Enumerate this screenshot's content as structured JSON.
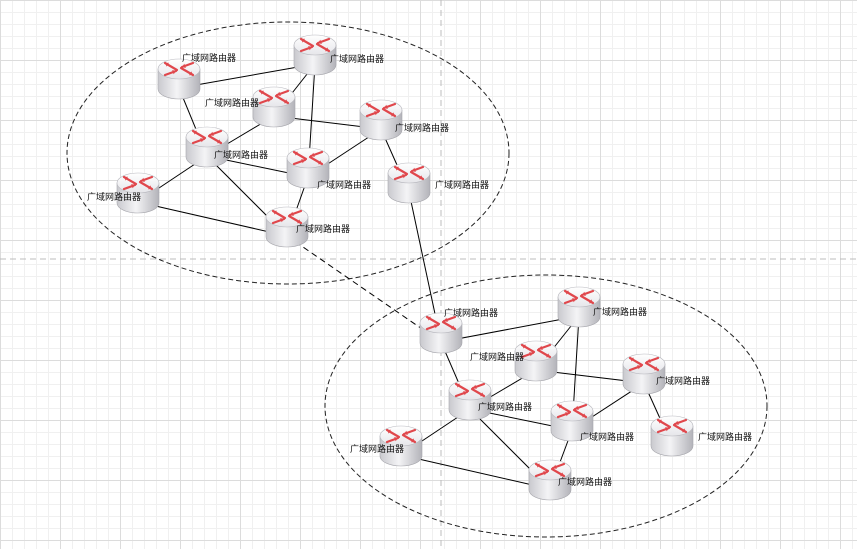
{
  "colors": {
    "router_body_light": "#f4f4f6",
    "router_body_dark": "#b7b7bd",
    "router_arrow": "#e0474c",
    "link": "#000000",
    "group_outline": "#222222",
    "page_guide": "#bdbdbd"
  },
  "icon": "router-icon",
  "groups": [
    {
      "name": "network-group-top",
      "routers": [
        {
          "id": "t1",
          "label": "广域网路由器"
        },
        {
          "id": "t2",
          "label": "广域网路由器"
        },
        {
          "id": "t3",
          "label": "广域网路由器"
        },
        {
          "id": "t4",
          "label": "广域网路由器"
        },
        {
          "id": "t5",
          "label": "广域网路由器"
        },
        {
          "id": "t6",
          "label": "广域网路由器"
        },
        {
          "id": "t7",
          "label": "广域网路由器"
        },
        {
          "id": "t8",
          "label": "广域网路由器"
        },
        {
          "id": "t9",
          "label": "广域网路由器"
        }
      ]
    },
    {
      "name": "network-group-bottom",
      "routers": [
        {
          "id": "b1",
          "label": "广域网路由器"
        },
        {
          "id": "b2",
          "label": "广域网路由器"
        },
        {
          "id": "b3",
          "label": "广域网路由器"
        },
        {
          "id": "b4",
          "label": "广域网路由器"
        },
        {
          "id": "b5",
          "label": "广域网路由器"
        },
        {
          "id": "b6",
          "label": "广域网路由器"
        },
        {
          "id": "b7",
          "label": "广域网路由器"
        },
        {
          "id": "b8",
          "label": "广域网路由器"
        },
        {
          "id": "b9",
          "label": "广域网路由器"
        }
      ]
    }
  ],
  "links": [
    {
      "from": "t1",
      "to": "t2",
      "style": "solid"
    },
    {
      "from": "t1",
      "to": "t4",
      "style": "solid"
    },
    {
      "from": "t2",
      "to": "t3",
      "style": "solid"
    },
    {
      "from": "t2",
      "to": "t6",
      "style": "solid"
    },
    {
      "from": "t3",
      "to": "t4",
      "style": "solid"
    },
    {
      "from": "t3",
      "to": "t5",
      "style": "solid"
    },
    {
      "from": "t4",
      "to": "t6",
      "style": "solid"
    },
    {
      "from": "t4",
      "to": "t7",
      "style": "solid"
    },
    {
      "from": "t4",
      "to": "t9",
      "style": "solid"
    },
    {
      "from": "t5",
      "to": "t6",
      "style": "solid"
    },
    {
      "from": "t5",
      "to": "t8",
      "style": "solid"
    },
    {
      "from": "t6",
      "to": "t9",
      "style": "solid"
    },
    {
      "from": "t7",
      "to": "t9",
      "style": "solid"
    },
    {
      "from": "t8",
      "to": "b1",
      "style": "solid"
    },
    {
      "from": "t9",
      "to": "b1",
      "style": "dashed"
    },
    {
      "from": "b1",
      "to": "b2",
      "style": "solid"
    },
    {
      "from": "b1",
      "to": "b4",
      "style": "solid"
    },
    {
      "from": "b2",
      "to": "b3",
      "style": "solid"
    },
    {
      "from": "b2",
      "to": "b6",
      "style": "solid"
    },
    {
      "from": "b3",
      "to": "b4",
      "style": "solid"
    },
    {
      "from": "b3",
      "to": "b5",
      "style": "solid"
    },
    {
      "from": "b4",
      "to": "b6",
      "style": "solid"
    },
    {
      "from": "b4",
      "to": "b7",
      "style": "solid"
    },
    {
      "from": "b4",
      "to": "b9",
      "style": "solid"
    },
    {
      "from": "b5",
      "to": "b6",
      "style": "solid"
    },
    {
      "from": "b5",
      "to": "b8",
      "style": "solid"
    },
    {
      "from": "b6",
      "to": "b9",
      "style": "solid"
    },
    {
      "from": "b7",
      "to": "b9",
      "style": "solid"
    }
  ]
}
